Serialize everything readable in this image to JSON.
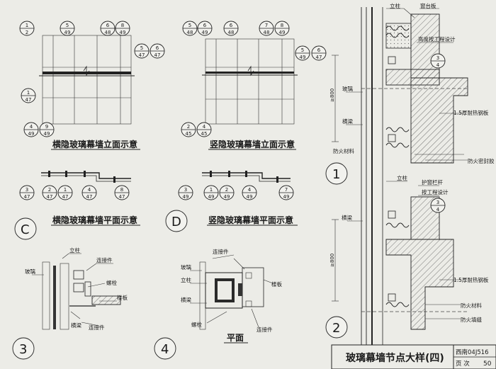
{
  "views": {
    "elev_hidden_h": {
      "title": "横隐玻璃幕墙立面示意"
    },
    "elev_hidden_v": {
      "title": "竖隐玻璃幕墙立面示意"
    },
    "plan_c": {
      "tag": "C",
      "title": "横隐玻璃幕墙平面示意"
    },
    "plan_d": {
      "tag": "D",
      "title": "竖隐玻璃幕墙平面示意"
    },
    "detail3": {
      "number": "3",
      "labels": {
        "column": "立柱",
        "glass": "玻璃",
        "connector_top": "连接件",
        "bolt": "螺栓",
        "floor_slab": "楼板",
        "beam": "横梁",
        "connector_bottom": "连接件"
      }
    },
    "detail4": {
      "number": "4",
      "caption": "平面",
      "labels": {
        "connector_top": "连接件",
        "glass": "玻璃",
        "column": "立柱",
        "beam": "横梁",
        "bolt": "螺栓",
        "floor_slab": "楼板",
        "connector_bottom": "连接件"
      }
    },
    "detail1": {
      "number": "1",
      "labels": {
        "column": "立柱",
        "sill": "窗台板",
        "height_design": "高度按工程设计",
        "glass": "玻璃",
        "beam": "横梁",
        "steel_plate": "1.5厚耐热钢板",
        "firestop": "防火材料",
        "fire_sealant": "防火密封胶"
      },
      "dim": "≥800"
    },
    "detail2": {
      "number": "2",
      "labels": {
        "column": "立柱",
        "guardrail": "护窗栏杆",
        "per_design": "按工程设计",
        "beam": "横梁",
        "steel_plate": "1.5厚耐热钢板",
        "firestop": "防火材料",
        "fire_sealant": "防火填缝"
      },
      "dim": "≥800"
    }
  },
  "refs": {
    "e1_tl": [
      "1",
      "2"
    ],
    "e1_t1": [
      "5",
      "49"
    ],
    "e1_t2": [
      "6",
      "48"
    ],
    "e1_t3": [
      "8",
      "49"
    ],
    "e1_r1": [
      "5",
      "47"
    ],
    "e1_r2": [
      "6",
      "47"
    ],
    "e1_l": [
      "1",
      "47"
    ],
    "e1_b1": [
      "4",
      "49"
    ],
    "e1_b2": [
      "9",
      "49"
    ],
    "e2_t1": [
      "5",
      "48"
    ],
    "e2_t2": [
      "6",
      "49"
    ],
    "e2_t3": [
      "6",
      "48"
    ],
    "e2_t4": [
      "7",
      "48"
    ],
    "e2_t5": [
      "8",
      "49"
    ],
    "e2_r1": [
      "5",
      "49"
    ],
    "e2_r2": [
      "6",
      "47"
    ],
    "e2_b1": [
      "2",
      "45"
    ],
    "e2_b2": [
      "4",
      "45"
    ],
    "pc1": [
      "3",
      "47"
    ],
    "pc2": [
      "2",
      "47"
    ],
    "pc3": [
      "1",
      "47"
    ],
    "pc4": [
      "4",
      "47"
    ],
    "pc5": [
      "8",
      "47"
    ],
    "pd1": [
      "3",
      "49"
    ],
    "pd2": [
      "1",
      "49"
    ],
    "pd3": [
      "2",
      "49"
    ],
    "pd4": [
      "4",
      "49"
    ],
    "pd5": [
      "7",
      "49"
    ],
    "d1r": [
      "3",
      "4"
    ],
    "d2r": [
      "3",
      "4"
    ]
  },
  "title_block": {
    "drawing_title": "玻璃幕墙节点大样(四)",
    "atlas_label": "西南04J516",
    "page_label": "页 次",
    "page_value": "50"
  }
}
